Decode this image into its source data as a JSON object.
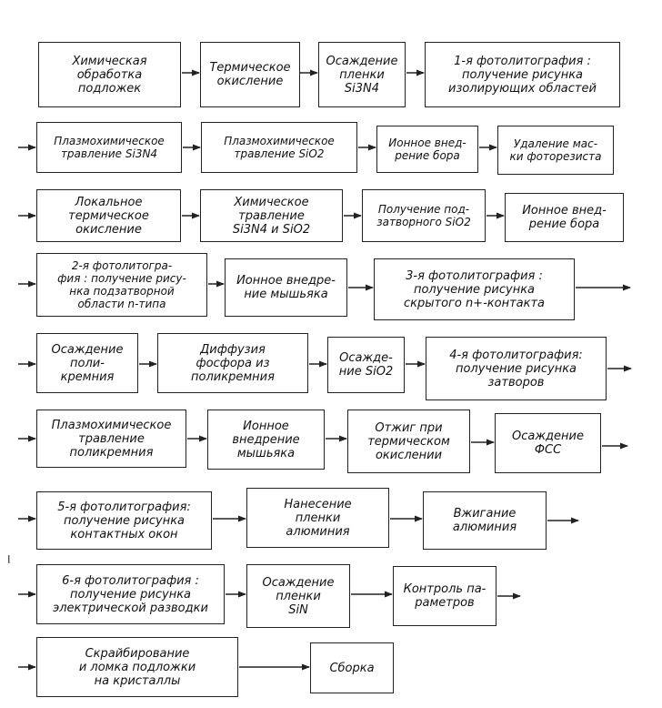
{
  "diagram": {
    "boxes": {
      "r1b1": "Химическая\nобработка\nподложек",
      "r1b2": "Термическое\nокисление",
      "r1b3": "Осаждение\nпленки\nSi3N4",
      "r1b4": "1-я фотолитография :\nполучение рисунка\nизолирующих областей",
      "r2b1": "Плазмохимическое\nтравление Si3N4",
      "r2b2": "Плазмохимическое\nтравление SiO2",
      "r2b3": "Ионное внед-\nрение бора",
      "r2b4": "Удаление мас-\nки фоторезиста",
      "r3b1": "Локальное\nтермическое\nокисление",
      "r3b2": "Химическое\nтравление\nSi3N4 и SiO2",
      "r3b3": "Получение под-\nзатворного SiO2",
      "r3b4": "Ионное внед-\nрение бора",
      "r4b1": "2-я фотолитогра-\nфия : получение рису-\nнка подзатворной\nобласти n-типа",
      "r4b2": "Ионное внедре-\nние мышьяка",
      "r4b3": "3-я фотолитография :\nполучение рисунка\nскрытого n+-контакта",
      "r5b1": "Осаждение\nполи-\nкремния",
      "r5b2": "Диффузия\nфосфора из\nполикремния",
      "r5b3": "Осажде-\nние SiO2",
      "r5b4": "4-я фотолитография:\nполучение рисунка\nзатворов",
      "r6b1": "Плазмохимическое\nтравление\nполикремния",
      "r6b2": "Ионное\nвнедрение\nмышьяка",
      "r6b3": "Отжиг при\nтермическом\nокислении",
      "r6b4": "Осаждение\nФСС",
      "r7b1": "5-я фотолитография:\nполучение рисунка\nконтактных окон",
      "r7b2": "Нанесение\nпленки\nалюминия",
      "r7b3": "Вжигание\nалюминия",
      "r8b1": "6-я фотолитография :\nполучение рисунка\nэлектрической разводки",
      "r8b2": "Осаждение\nпленки\nSiN",
      "r8b3": "Контроль па-\nраметров",
      "r9b1": "Скрайбирование\nи ломка подложки\nна кристаллы",
      "r9b2": "Сборка"
    },
    "margin_mark": "I"
  }
}
